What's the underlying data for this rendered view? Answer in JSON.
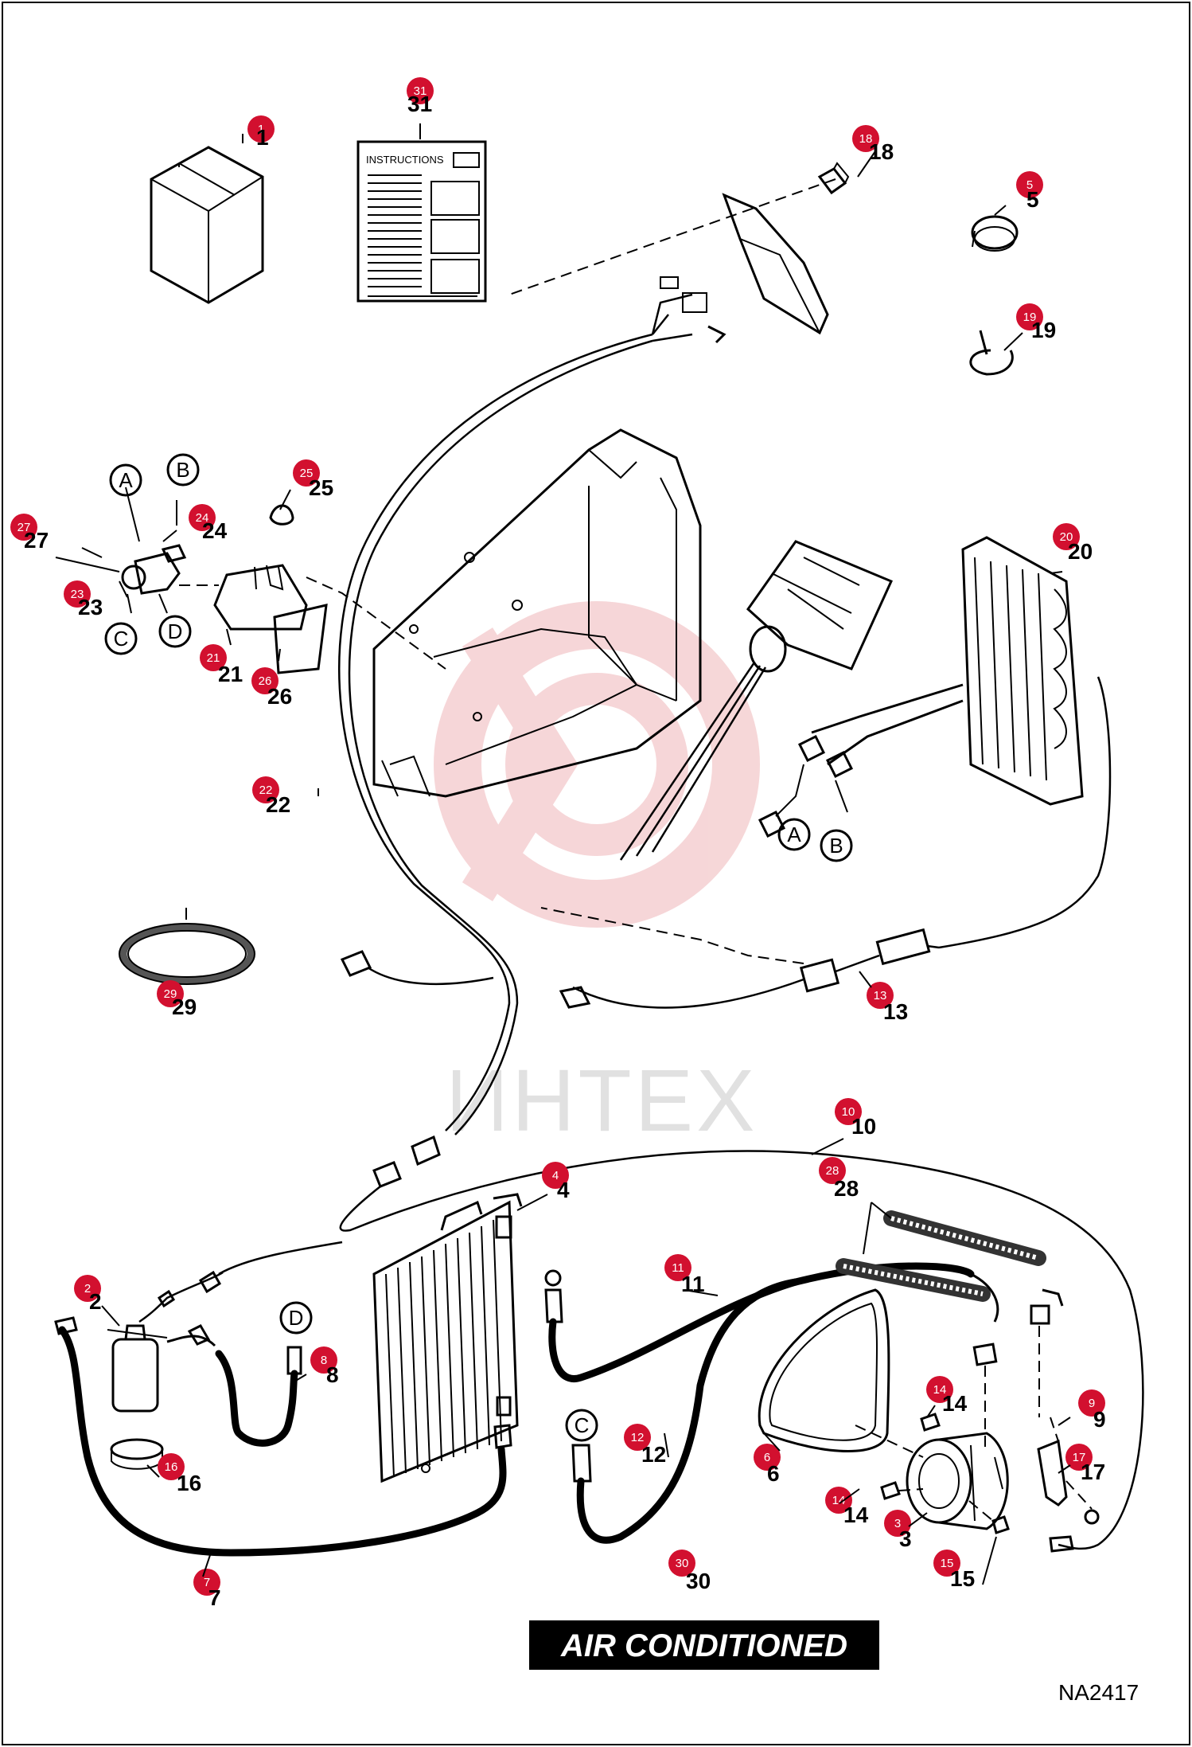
{
  "diagram": {
    "reference_code": "NA2417",
    "banner_text": "AIR CONDITIONED",
    "watermark_text": "ИНТЕХ",
    "instructions_label": "INSTRUCTIONS",
    "bubble_color": "#d2102f",
    "watermark_color": "#f3c9cb",
    "letters": [
      "A",
      "B",
      "C",
      "D"
    ],
    "callouts": [
      {
        "bubble": "1",
        "label": "1"
      },
      {
        "bubble": "31",
        "label": "31"
      },
      {
        "bubble": "18",
        "label": "18"
      },
      {
        "bubble": "5",
        "label": "5"
      },
      {
        "bubble": "19",
        "label": "19"
      },
      {
        "bubble": "25",
        "label": "25"
      },
      {
        "bubble": "24",
        "label": "24"
      },
      {
        "bubble": "27",
        "label": "27"
      },
      {
        "bubble": "23",
        "label": "23"
      },
      {
        "bubble": "21",
        "label": "21"
      },
      {
        "bubble": "26",
        "label": "26"
      },
      {
        "bubble": "20",
        "label": "20"
      },
      {
        "bubble": "22",
        "label": "22"
      },
      {
        "bubble": "29",
        "label": "29"
      },
      {
        "bubble": "13",
        "label": "13"
      },
      {
        "bubble": "10",
        "label": "10"
      },
      {
        "bubble": "28",
        "label": "28"
      },
      {
        "bubble": "4",
        "label": "4"
      },
      {
        "bubble": "11",
        "label": "11"
      },
      {
        "bubble": "2",
        "label": "2"
      },
      {
        "bubble": "8",
        "label": "8"
      },
      {
        "bubble": "14",
        "label": "14"
      },
      {
        "bubble": "9",
        "label": "9"
      },
      {
        "bubble": "17",
        "label": "17"
      },
      {
        "bubble": "12",
        "label": "12"
      },
      {
        "bubble": "6",
        "label": "6"
      },
      {
        "bubble": "14",
        "label": "14"
      },
      {
        "bubble": "3",
        "label": "3"
      },
      {
        "bubble": "16",
        "label": "16"
      },
      {
        "bubble": "15",
        "label": "15"
      },
      {
        "bubble": "7",
        "label": "7"
      },
      {
        "bubble": "30",
        "label": "30"
      }
    ]
  }
}
